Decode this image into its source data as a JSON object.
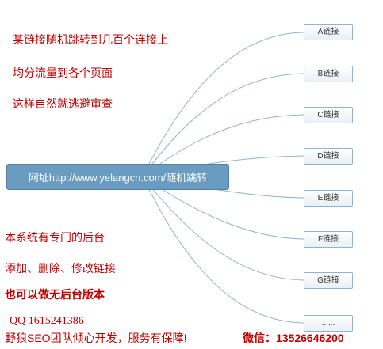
{
  "root": {
    "label": "网址http://www.yelangcn.com/随机跳转"
  },
  "leaves": [
    {
      "label": "A链接"
    },
    {
      "label": "B链接"
    },
    {
      "label": "C链接"
    },
    {
      "label": "D链接"
    },
    {
      "label": "E链接"
    },
    {
      "label": "F链接"
    },
    {
      "label": "G链接"
    },
    {
      "label": "......"
    }
  ],
  "notes": {
    "line1": "某链接随机跳转到几百个连接上",
    "line2": "均分流量到各个页面",
    "line3": "这样自然就逃避审查",
    "line4": "本系统有专门的后台",
    "line5": "添加、删除、修改链接",
    "line6": "也可以做无后台版本",
    "qq": "QQ 1615241386",
    "footer_team": "野狼SEO团队倾心开发，服务有保障!",
    "footer_wechat": "微信：13526646200"
  },
  "colors": {
    "root_fill": "#6a9bc1",
    "branch_line": "#8fb3cf",
    "note_text": "#c00000"
  }
}
